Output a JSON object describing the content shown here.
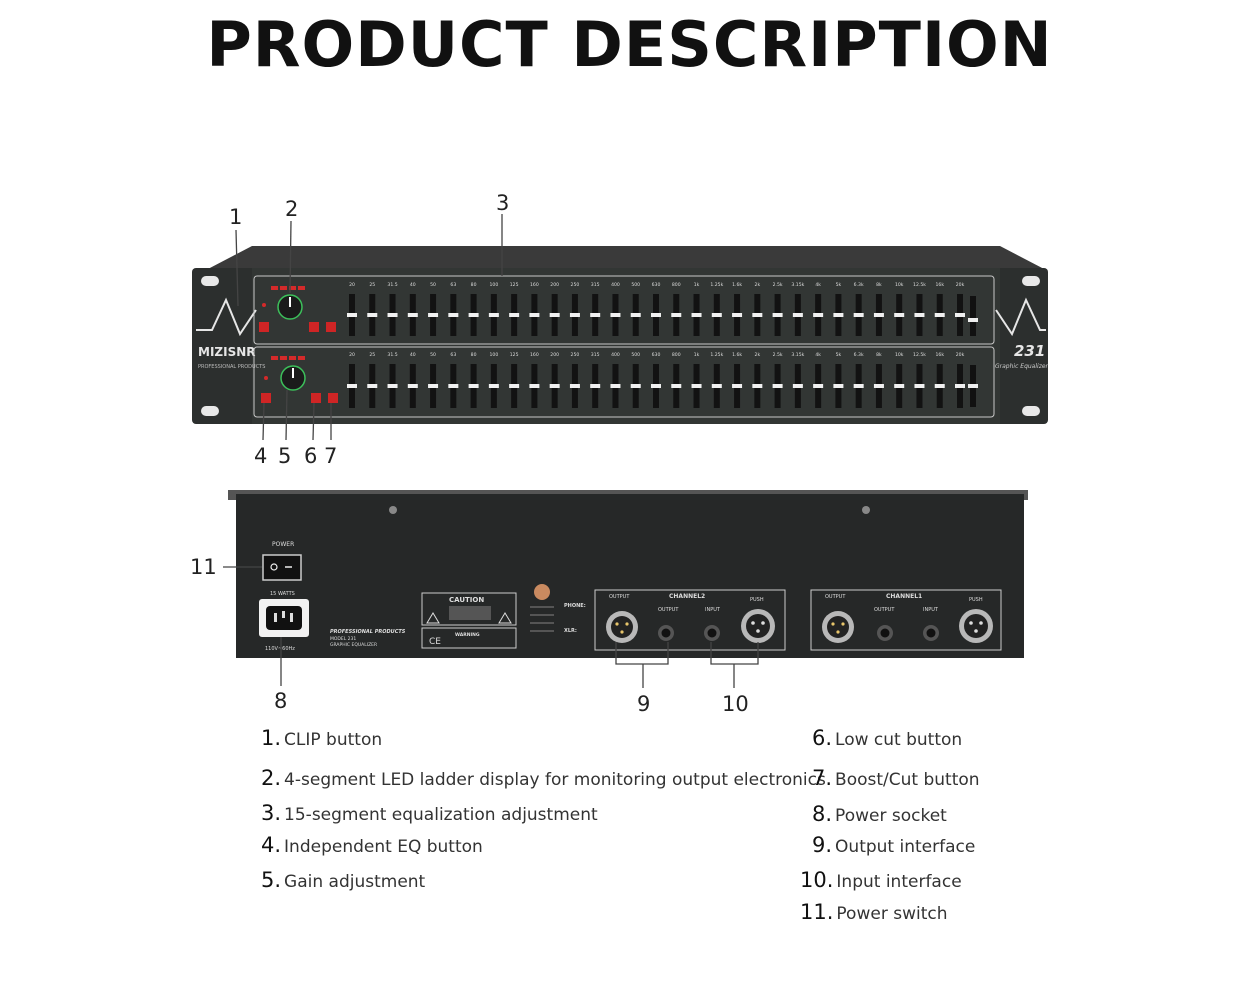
{
  "page_title": "PRODUCT DESCRIPTION",
  "front_panel": {
    "brand": "MIZISNR",
    "brand_sub": "PROFESSIONAL PRODUCTS",
    "model": "231",
    "model_sub": "Graphic Equalizer",
    "frequencies": [
      "20",
      "25",
      "31.5",
      "40",
      "50",
      "63",
      "80",
      "100",
      "125",
      "160",
      "200",
      "250",
      "315",
      "400",
      "500",
      "630",
      "800",
      "1k",
      "1.25k",
      "1.6k",
      "2k",
      "2.5k",
      "3.15k",
      "4k",
      "5k",
      "6.3k",
      "8k",
      "10k",
      "12.5k",
      "16k",
      "20k"
    ]
  },
  "rear_panel": {
    "power_label": "POWER",
    "watts_label": "15 WATTS",
    "voltage_label": "110V~60Hz",
    "maker_label": "PROFESSIONAL PRODUCTS",
    "model_label": "MODEL 231",
    "type_label": "GRAPHIC EQUALIZER",
    "caution_label": "CAUTION",
    "warning_label": "WARNING",
    "ce_label": "CE",
    "phone_label": "PHONE:",
    "xlr_label": "XLR:",
    "channel2_label": "CHANNEL2",
    "channel1_label": "CHANNEL1",
    "output_label": "OUTPUT",
    "input_label": "INPUT",
    "push_label": "PUSH"
  },
  "callouts": [
    "1",
    "2",
    "3",
    "4",
    "5",
    "6",
    "7",
    "8",
    "9",
    "10",
    "11"
  ],
  "legend": [
    {
      "num": "1.",
      "text": "CLIP button"
    },
    {
      "num": "2.",
      "text": "4-segment LED ladder display for monitoring output electronics"
    },
    {
      "num": "3.",
      "text": "15-segment equalization adjustment"
    },
    {
      "num": "4.",
      "text": "Independent EQ button"
    },
    {
      "num": "5.",
      "text": "Gain adjustment"
    },
    {
      "num": "6.",
      "text": "Low cut button"
    },
    {
      "num": "7.",
      "text": "Boost/Cut button"
    },
    {
      "num": "8.",
      "text": "Power socket"
    },
    {
      "num": "9.",
      "text": "Output interface"
    },
    {
      "num": "10.",
      "text": "Input interface"
    },
    {
      "num": "11.",
      "text": "Power switch"
    }
  ]
}
